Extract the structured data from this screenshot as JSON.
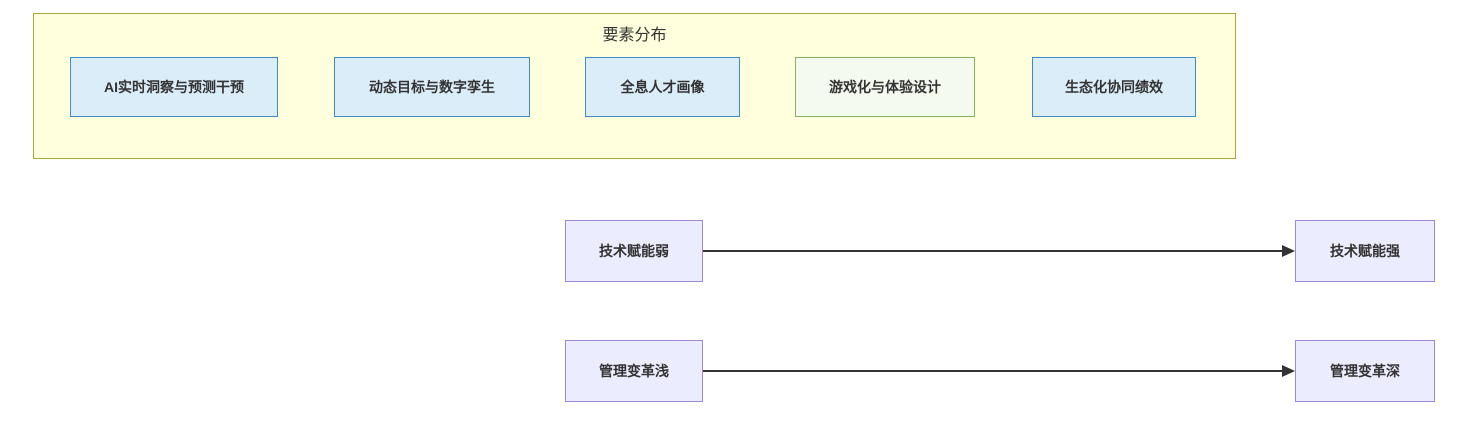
{
  "diagram": {
    "subgraph": {
      "title": "要素分布",
      "nodes": [
        {
          "id": "ai-insight",
          "label": "AI实时洞察与预测干预",
          "style": "blue"
        },
        {
          "id": "dynamic-goals",
          "label": "动态目标与数字孪生",
          "style": "blue"
        },
        {
          "id": "talent-profile",
          "label": "全息人才画像",
          "style": "blue"
        },
        {
          "id": "gamification",
          "label": "游戏化与体验设计",
          "style": "green"
        },
        {
          "id": "ecosystem-performance",
          "label": "生态化协同绩效",
          "style": "blue"
        }
      ]
    },
    "edges": [
      {
        "from": "技术赋能弱",
        "to": "技术赋能强",
        "direction": "right"
      },
      {
        "from": "管理变革浅",
        "to": "管理变革深",
        "direction": "right"
      }
    ],
    "colors": {
      "subgraph_fill": "#ffffde",
      "subgraph_border": "#aaaa33",
      "blue_node_fill": "#dcedfa",
      "blue_node_border": "#3b8cc8",
      "green_node_fill": "#f4faee",
      "green_node_border": "#84b55e",
      "purple_node_fill": "#ececff",
      "purple_node_border": "#9f87da",
      "edge_color": "#333333",
      "text_color": "#333333"
    }
  }
}
